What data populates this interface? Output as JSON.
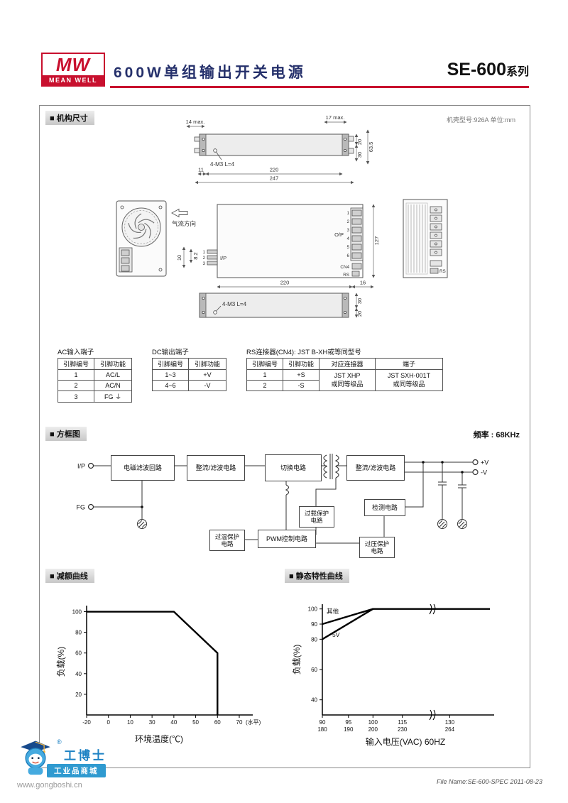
{
  "header": {
    "logo_mw": "MW",
    "logo_brand": "MEAN WELL",
    "title": "600W单组输出开关电源",
    "series": "SE-600",
    "series_suffix": "系列"
  },
  "colors": {
    "brand_red": "#c8102e",
    "title_navy": "#25306b",
    "footer_blue": "#2f9ad0"
  },
  "mech": {
    "section_title": "■ 机构尺寸",
    "case_note": "机壳型号:926A  单位:mm",
    "top": {
      "d14": "14 max.",
      "d17": "17 max.",
      "d20": "20",
      "d30": "30",
      "d63": "63.5",
      "d11": "11",
      "d220": "220",
      "d247": "247",
      "screw": "4-M3 L=4"
    },
    "front": {
      "airflow": "气流方向",
      "d10": "10",
      "d82": "8.2"
    },
    "side": {
      "ip": "I/P",
      "p1": "1",
      "p2": "2",
      "p3": "3",
      "op": "O/P",
      "o1": "1",
      "o2": "2",
      "o3": "3",
      "o4": "4",
      "o5": "5",
      "o6": "6",
      "cn4": "CN4",
      "rs": "RS",
      "d127": "127",
      "d220": "220",
      "d16": "16"
    },
    "rear": {
      "rs": "RS"
    },
    "bottom": {
      "screw": "4-M3 L=4",
      "d30": "30",
      "d20": "20"
    }
  },
  "tables": {
    "ac": {
      "title": "AC输入端子",
      "headers": [
        "引脚编号",
        "引脚功能"
      ],
      "rows": [
        [
          "1",
          "AC/L"
        ],
        [
          "2",
          "AC/N"
        ],
        [
          "3",
          "FG ⏚"
        ]
      ]
    },
    "dc": {
      "title": "DC输出端子",
      "headers": [
        "引脚编号",
        "引脚功能"
      ],
      "rows": [
        [
          "1~3",
          "+V"
        ],
        [
          "4~6",
          "-V"
        ]
      ]
    },
    "rs": {
      "title": "RS连接器(CN4): JST B-XH或等同型号",
      "headers": [
        "引脚编号",
        "引脚功能",
        "对应连接器",
        "端子"
      ],
      "rows": [
        [
          "1",
          "+S"
        ],
        [
          "2",
          "-S"
        ]
      ],
      "connector": "JST XHP\n或同等级品",
      "terminal": "JST SXH-001T\n或同等级品"
    }
  },
  "block_diagram": {
    "section_title": "■ 方框图",
    "frequency": "频率 : 68KHz",
    "terminals": {
      "ip": "I/P",
      "fg": "FG",
      "vplus": "+V",
      "vminus": "-V"
    },
    "blocks": {
      "emi": "电磁滤波回路",
      "rectifier1": "整流/滤波电路",
      "switching": "切换电路",
      "rectifier2": "整流/滤波电路",
      "detect": "检测电路",
      "overload": "过载保护\n电路",
      "overtemp": "过温保护\n电路",
      "pwm": "PWM控制电路",
      "overvolt": "过压保护\n电路"
    }
  },
  "charts": {
    "derating_title": "■ 减额曲线",
    "static_title": "■ 静态特性曲线"
  },
  "chart_data": [
    {
      "type": "line",
      "title": "减额曲线",
      "xlabel": "环境温度(℃)",
      "ylabel": "负载(%)",
      "x_tick_values": [
        -20,
        0,
        10,
        30,
        40,
        50,
        60,
        70
      ],
      "x_suffix": "(水平)",
      "y_tick_values": [
        20,
        40,
        60,
        80,
        100
      ],
      "ylim": [
        0,
        110
      ],
      "series": [
        {
          "name": "负载",
          "points": [
            [
              -20,
              100
            ],
            [
              40,
              100
            ],
            [
              60,
              60
            ],
            [
              60,
              0
            ]
          ]
        }
      ]
    },
    {
      "type": "line",
      "title": "静态特性曲线",
      "xlabel": "输入电压(VAC) 60HZ",
      "ylabel": "负载(%)",
      "x_tick_values": [
        90,
        95,
        100,
        115,
        130
      ],
      "x_tick_values_secondary": [
        180,
        190,
        200,
        230,
        264
      ],
      "y_tick_values": [
        40,
        60,
        80,
        90,
        100
      ],
      "ylim": [
        30,
        105
      ],
      "axis_break": "between 115 and 130 VAC",
      "series": [
        {
          "name": "其他",
          "points": [
            [
              90,
              90
            ],
            [
              100,
              100
            ],
            [
              130,
              100
            ]
          ],
          "extend_right": true
        },
        {
          "name": "5V",
          "points": [
            [
              90,
              80
            ],
            [
              100,
              100
            ]
          ]
        }
      ]
    }
  ],
  "footer": {
    "registered": "®",
    "brand": "工博士",
    "tagline": "工业品商城",
    "website": "www.gongboshi.cn",
    "file_info": "File Name:SE-600-SPEC  2011-08-23"
  }
}
